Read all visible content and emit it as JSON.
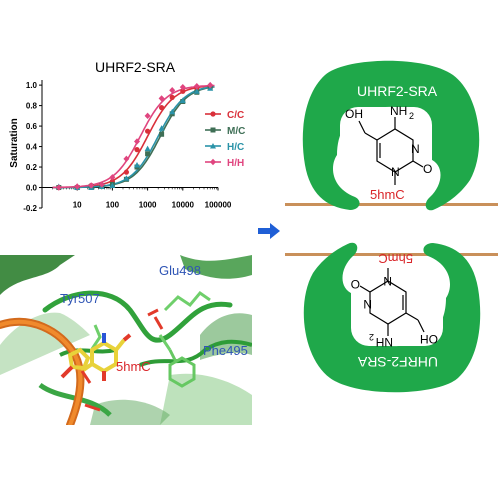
{
  "chart_data": {
    "type": "line",
    "title": "UHRF2-SRA",
    "ylabel": "Saturation",
    "xlabel": "",
    "xscale": "log",
    "xlim": [
      1,
      100000
    ],
    "ylim": [
      -0.2,
      1.05
    ],
    "x_ticks": [
      "10",
      "100",
      "1000",
      "10000",
      "100000"
    ],
    "y_ticks": [
      "-0.2",
      "0.0",
      "0.2",
      "0.4",
      "0.6",
      "0.8",
      "1.0"
    ],
    "legend_position": "right",
    "series": [
      {
        "name": "C/C",
        "color": "#d9303a",
        "marker": "circle",
        "ec50": 1000,
        "points": [
          [
            3,
            0.0
          ],
          [
            10,
            0.0
          ],
          [
            25,
            0.02
          ],
          [
            50,
            0.02
          ],
          [
            100,
            0.06
          ],
          [
            250,
            0.15
          ],
          [
            500,
            0.37
          ],
          [
            1000,
            0.55
          ],
          [
            2500,
            0.78
          ],
          [
            5000,
            0.88
          ],
          [
            10000,
            0.94
          ],
          [
            25000,
            0.97
          ],
          [
            60000,
            0.98
          ]
        ]
      },
      {
        "name": "M/C",
        "color": "#3f6f56",
        "marker": "square",
        "ec50": 2300,
        "points": [
          [
            3,
            0.0
          ],
          [
            10,
            0.0
          ],
          [
            25,
            0.01
          ],
          [
            50,
            0.02
          ],
          [
            100,
            0.03
          ],
          [
            250,
            0.08
          ],
          [
            500,
            0.2
          ],
          [
            1000,
            0.33
          ],
          [
            2500,
            0.52
          ],
          [
            5000,
            0.72
          ],
          [
            10000,
            0.84
          ],
          [
            25000,
            0.93
          ],
          [
            60000,
            0.98
          ]
        ]
      },
      {
        "name": "H/C",
        "color": "#2a93a8",
        "marker": "triangle",
        "ec50": 2000,
        "points": [
          [
            3,
            0.01
          ],
          [
            10,
            0.0
          ],
          [
            25,
            0.0
          ],
          [
            50,
            0.01
          ],
          [
            100,
            0.02
          ],
          [
            250,
            0.09
          ],
          [
            500,
            0.22
          ],
          [
            1000,
            0.38
          ],
          [
            2500,
            0.58
          ],
          [
            5000,
            0.74
          ],
          [
            10000,
            0.85
          ],
          [
            25000,
            0.94
          ],
          [
            60000,
            0.97
          ]
        ]
      },
      {
        "name": "H/H",
        "color": "#e0457f",
        "marker": "diamond",
        "ec50": 620,
        "points": [
          [
            3,
            0.0
          ],
          [
            10,
            0.01
          ],
          [
            25,
            0.02
          ],
          [
            50,
            0.03
          ],
          [
            100,
            0.1
          ],
          [
            250,
            0.28
          ],
          [
            500,
            0.45
          ],
          [
            1000,
            0.7
          ],
          [
            2500,
            0.87
          ],
          [
            5000,
            0.95
          ],
          [
            10000,
            0.98
          ],
          [
            25000,
            0.99
          ],
          [
            60000,
            1.0
          ]
        ]
      }
    ]
  },
  "structure": {
    "labels": {
      "glu": "Glu498",
      "tyr": "Tyr507",
      "phe": "Phe495",
      "base": "5hmC"
    }
  },
  "cartoon": {
    "top_protein": "UHRF2-SRA",
    "bottom_protein": "UHRF2-SRA",
    "top_base_label": "5hmC",
    "bottom_base_label": "5hmC",
    "atoms": {
      "oh": "OH",
      "nh2": "NH",
      "nh2_sub": "2",
      "n": "N",
      "o": "O"
    },
    "arrow_icon": "right-arrow-icon"
  },
  "colors": {
    "protein": "#1fa84a",
    "dna": "#c9905a",
    "arrow": "#1f5fd6",
    "label_red": "#d9262a",
    "label_blue": "#2f55b5"
  }
}
